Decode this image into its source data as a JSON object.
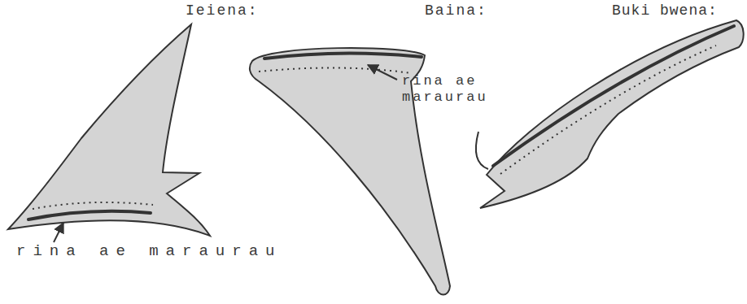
{
  "diagram": {
    "labels": [
      "Ieiena:",
      "Baina:",
      "Buki bwena:",
      "rina ae maraurau",
      "rina ae maraurau"
    ]
  }
}
